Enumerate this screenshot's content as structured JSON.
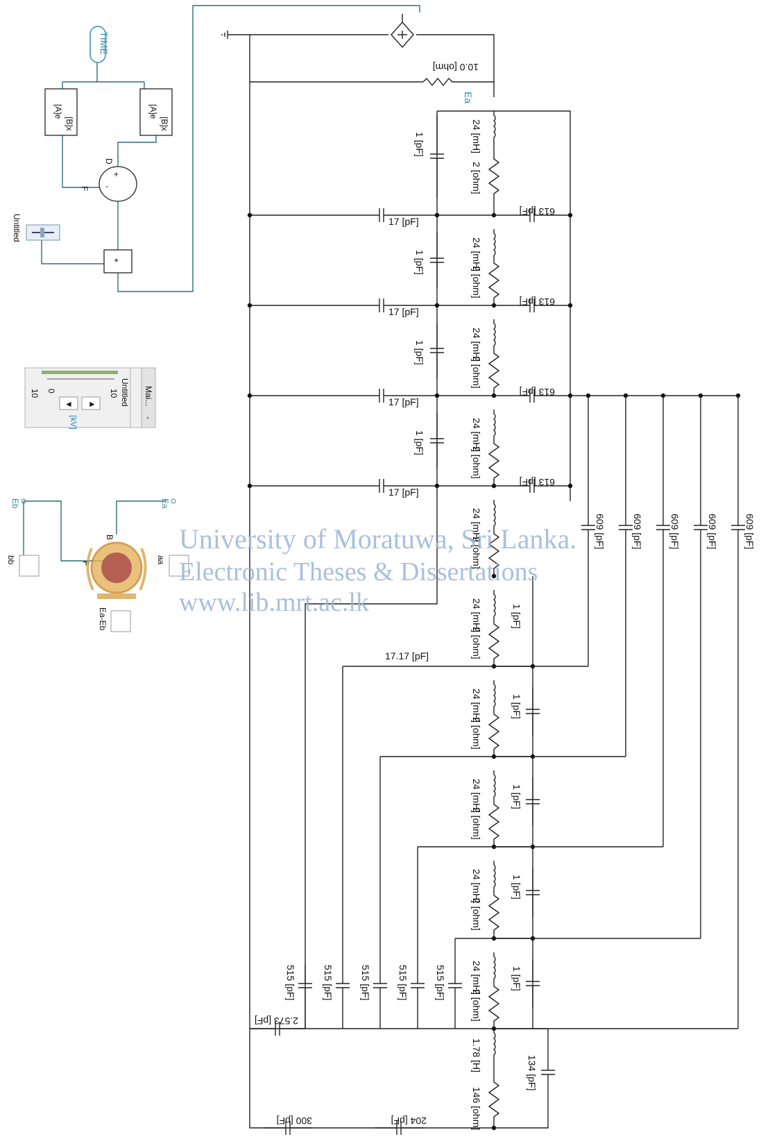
{
  "control": {
    "time_label": "TIME",
    "mul_label_a": "[A]e",
    "mul_label_b": "[B]x",
    "sum_in_d": "D",
    "sum_in_f": "F",
    "sum_plus": "+",
    "sum_minus": "-",
    "product_label": "*",
    "slider_label": "Untitled"
  },
  "panel": {
    "title": "Mai...",
    "close": "-",
    "name": "Untitled",
    "max": "10",
    "zero": "0",
    "min": "10",
    "unit": "[kV]"
  },
  "meters": {
    "eb_label": "Eb",
    "eb_out": "bb",
    "ea_label": "Ea",
    "ea_out": "aa",
    "diff": "Ea-Eb",
    "sum_b": "B",
    "sum_f": "F"
  },
  "source": {
    "resistor": "10.0 [ohm]",
    "node_ea": "Ea"
  },
  "ladder": {
    "inductor": "24 [mH]",
    "resistor": "2 [ohm]",
    "cap_series": "613 [pF]",
    "cap_shunt": "17 [pF]",
    "cap_small": "1 [pF]",
    "cap_ground": "515 [pF]",
    "cap_feed": "609 [pF]",
    "cap_mid": "17.17 [pF]",
    "cap_base": "2.573 [pF]",
    "final_inductor": "1.78 [H]",
    "final_resistor": "146 [ohm]",
    "cap_final": "134 [pF]",
    "cap_300": "300 [pF]",
    "cap_204": "204 [pF]"
  },
  "watermark": {
    "line1": "University of Moratuwa, Sri Lanka.",
    "line2": "Electronic Theses & Dissertations",
    "line3": "www.lib.mrt.ac.lk"
  }
}
